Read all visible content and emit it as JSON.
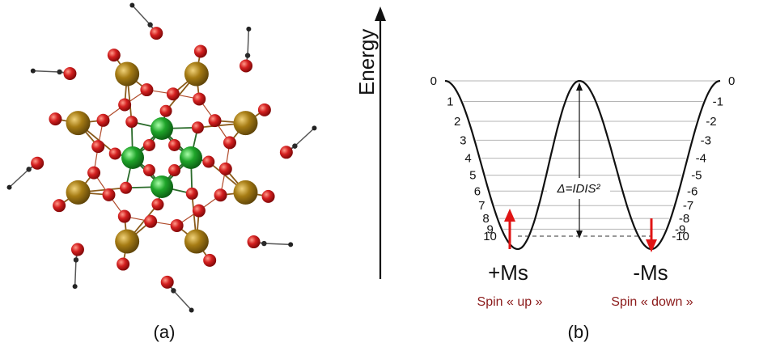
{
  "panel_a": {
    "label": "(a)",
    "colors": {
      "oxygen": "#c41a1a",
      "manganese_iii": "#a67c14",
      "manganese_iv": "#1fa52a",
      "carbon": "#333333"
    }
  },
  "panel_b": {
    "label": "(b)",
    "axis_label": "Energy",
    "barrier_label": "Δ=IDIS²",
    "left_well_label": "+Ms",
    "right_well_label": "-Ms",
    "spin_up_label": "Spin « up »",
    "spin_down_label": "Spin « down »",
    "levels_left": [
      "0",
      "1",
      "2",
      "3",
      "4",
      "5",
      "6",
      "7",
      "8",
      "9",
      "10"
    ],
    "levels_right": [
      "0",
      "-1",
      "-2",
      "-3",
      "-4",
      "-5",
      "-6",
      "-7",
      "-8",
      "-9",
      "-10"
    ],
    "colors": {
      "arrow": "#e01414",
      "spin_text": "#8b1a1a",
      "curve": "#111111",
      "level_line": "#b5b5b5"
    }
  }
}
